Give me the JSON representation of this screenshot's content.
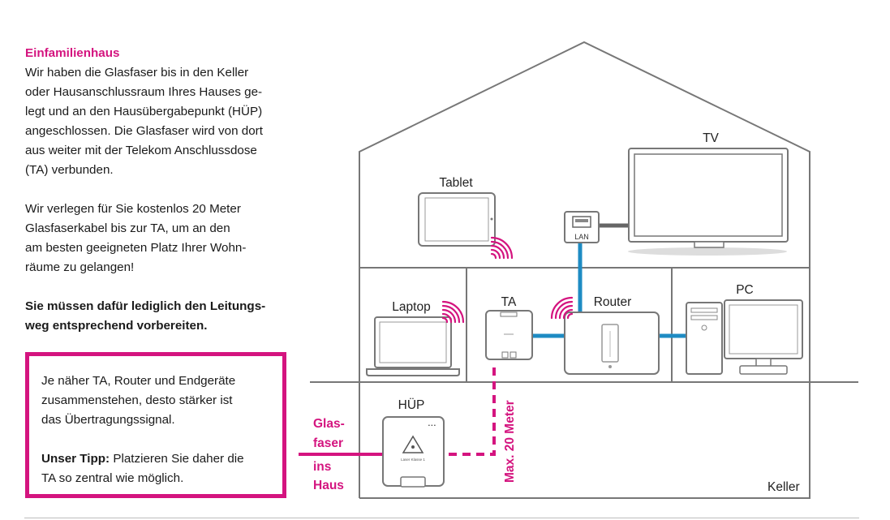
{
  "intro": {
    "heading": "Einfamilienhaus",
    "paragraph1": "Wir haben die Glasfaser bis in den Keller\noder Hausanschlussraum Ihres Hauses ge-\nlegt und an den Hausübergabepunkt (HÜP)\nangeschlossen. Die Glasfaser wird von dort\naus weiter mit der Telekom Anschlussdose\n(TA) verbunden.",
    "paragraph2": "Wir verlegen für Sie kostenlos 20 Meter\nGlasfaserkabel bis zur TA, um an den\nam besten geeigneten Platz Ihrer Wohn-\nräume zu gelangen!",
    "paragraph3": "Sie müssen dafür lediglich den Leitungs-\nweg entsprechend vorbereiten."
  },
  "tip": {
    "text": "Je näher TA, Router und Endgeräte\nzusammenstehen, desto stärker ist\ndas Übertragungssignal.",
    "bold_prefix": "Unser Tipp:",
    "rest_line1": " Platzieren Sie daher die",
    "rest_line2": "TA so zentral wie möglich."
  },
  "diagram": {
    "labels": {
      "tv": "TV",
      "tablet": "Tablet",
      "lan": "LAN",
      "laptop": "Laptop",
      "ta": "TA",
      "router": "Router",
      "pc": "PC",
      "huep": "HÜP",
      "keller": "Keller",
      "max_distance": "Max. 20 Meter",
      "fiber_line1": "Glas-",
      "fiber_line2": "faser",
      "fiber_line3": "ins",
      "fiber_line4": "Haus",
      "huep_device_text": "Laser Klasse 1"
    },
    "colors": {
      "accent": "#d4147f",
      "cable": "#1e8bc3",
      "lan_cable": "#666666",
      "outline": "#777777"
    },
    "icons": [
      "wifi-icon",
      "ethernet-port-icon",
      "laser-warning-icon"
    ]
  }
}
